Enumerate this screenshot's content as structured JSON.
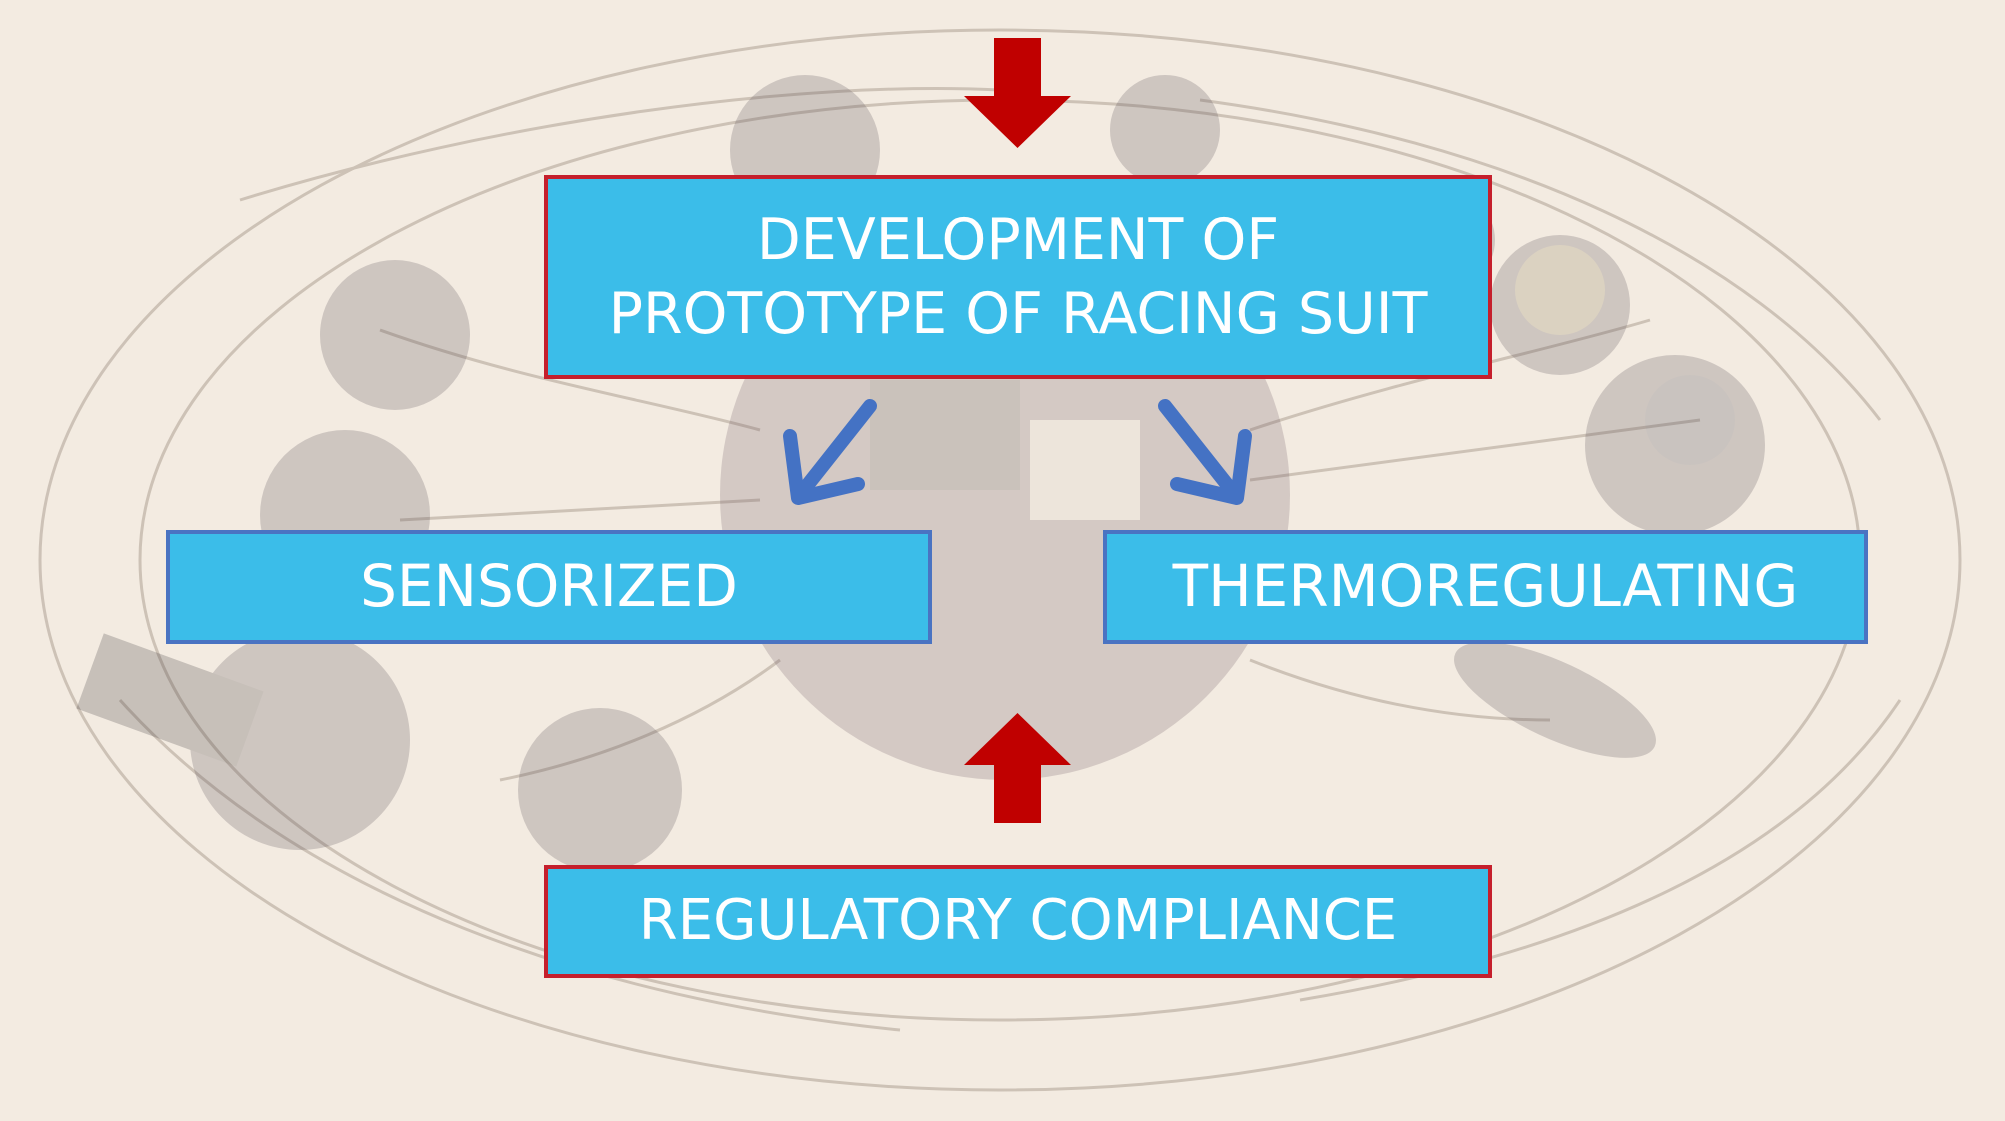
{
  "boxes": {
    "development": "DEVELOPMENT OF\nPROTOTYPE OF RACING SUIT",
    "sensorized": "SENSORIZED",
    "thermoregulating": "THERMOREGULATING",
    "regulatory": "REGULATORY COMPLIANCE"
  },
  "colors": {
    "box_fill": "#3bbde9",
    "box_text": "#ffffff",
    "red_border": "#c51f2c",
    "blue_border": "#4a73c2",
    "red_arrow": "#c00000",
    "blue_arrow": "#4472c4",
    "background": "#f3ebe1"
  },
  "icons": {
    "top_arrow": "arrow-down-icon",
    "bottom_arrow": "arrow-up-icon",
    "left_arrow": "arrow-down-left-icon",
    "right_arrow": "arrow-down-right-icon"
  }
}
